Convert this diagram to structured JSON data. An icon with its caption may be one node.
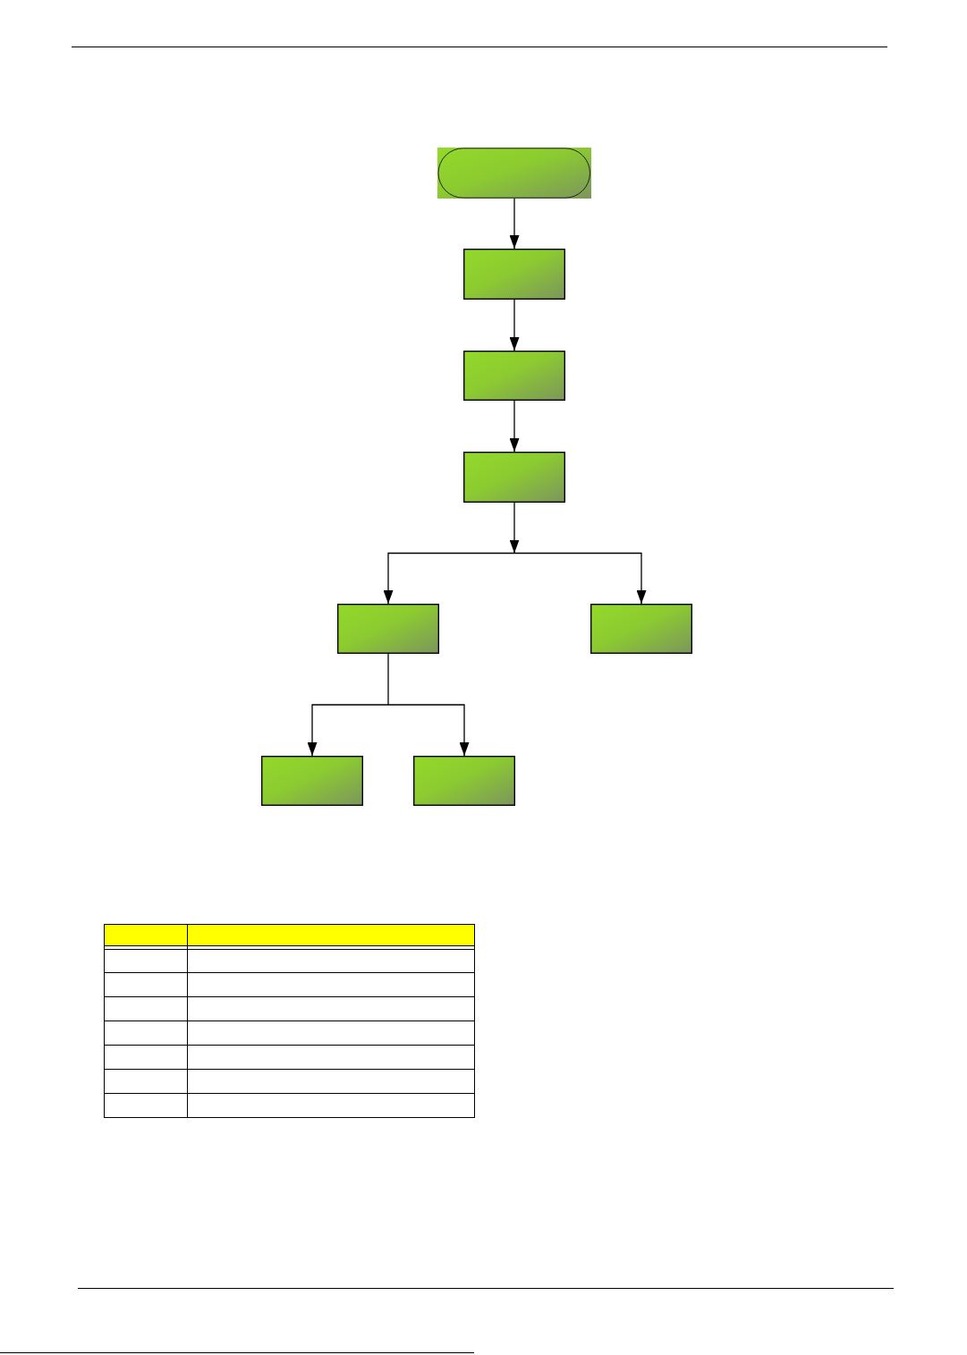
{
  "diagram": {
    "nodes": [
      {
        "text": [],
        "shape": "pill"
      },
      {
        "text": [],
        "shape": "box"
      },
      {
        "text": [],
        "shape": "box"
      },
      {
        "text": [],
        "shape": "box"
      },
      {
        "text": [],
        "shape": "box"
      },
      {
        "text": [],
        "shape": "box"
      },
      {
        "text": [],
        "shape": "box"
      },
      {
        "text": [],
        "shape": "box"
      }
    ],
    "edges": [
      {
        "from": 0,
        "to": 1,
        "arrow": "to"
      },
      {
        "from": 1,
        "to": 2,
        "arrow": "to"
      },
      {
        "from": 2,
        "to": 3,
        "arrow": "to"
      },
      {
        "from": 3,
        "to": 4,
        "arrow": "to"
      },
      {
        "from": 3,
        "to": 5,
        "arrow": "to"
      },
      {
        "from": 4,
        "to": 6,
        "arrow": "to"
      },
      {
        "from": 4,
        "to": 7,
        "arrow": "to"
      }
    ]
  }
}
